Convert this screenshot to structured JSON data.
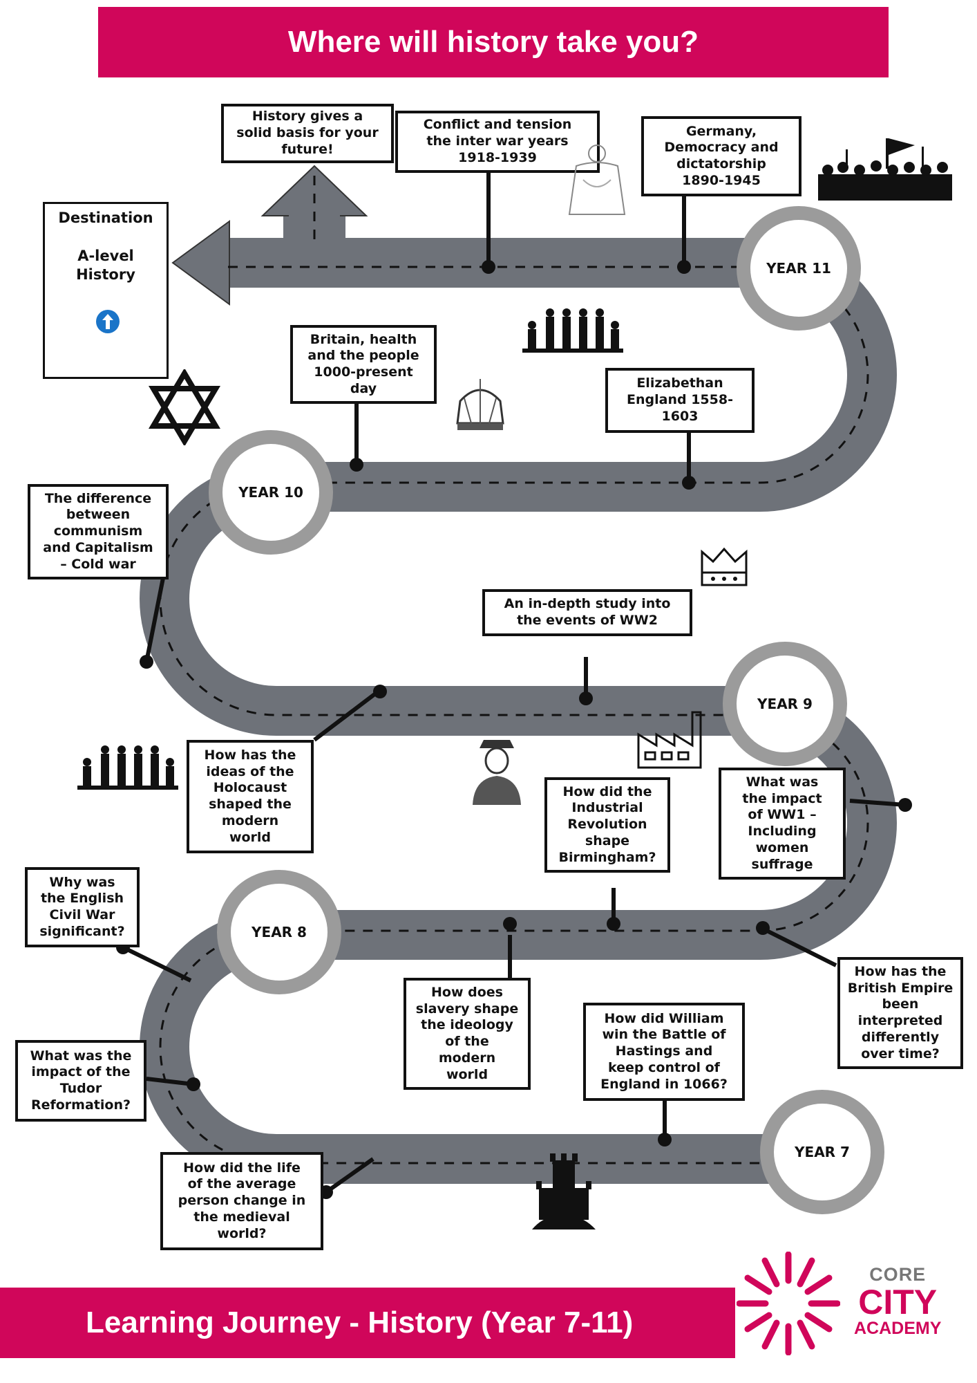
{
  "header": {
    "title": "Where will history take you?"
  },
  "footer": {
    "title": "Learning Journey - History (Year 7-11)"
  },
  "destination": {
    "label": "Destination",
    "course_line1": "A-level",
    "course_line2": "History",
    "icon": "up-arrow-icon"
  },
  "future_box": "History gives a\nsolid basis for your\nfuture!",
  "years": [
    "YEAR 11",
    "YEAR 10",
    "YEAR 9",
    "YEAR 8",
    "YEAR 7"
  ],
  "topics": {
    "y11_conflict": "Conflict and tension\nthe inter war years\n1918-1939",
    "y11_germany": "Germany,\nDemocracy and\ndictatorship\n1890-1945",
    "y10_britain_health": "Britain, health\nand the people\n1000-present\nday",
    "y10_elizabethan": "Elizabethan\nEngland 1558-\n1603",
    "y10_cold_war": "The difference\nbetween\ncommunism\nand Capitalism\n– Cold war",
    "y9_ww2": "An in-depth study into\nthe events of WW2",
    "y9_holocaust": "How has the\nideas of the\nHolocaust\nshaped the\nmodern\nworld",
    "y9_industrial": "How did the\nIndustrial\nRevolution\nshape\nBirmingham?",
    "y9_ww1": "What was\nthe impact\nof WW1 –\nIncluding\nwomen\nsuffrage",
    "y8_civil_war": "Why was\nthe English\nCivil War\nsignificant?",
    "y8_slavery": "How does\nslavery shape\nthe ideology\nof the\nmodern\nworld",
    "y8_empire": "How has the\nBritish Empire\nbeen\ninterpreted\ndifferently\nover time?",
    "y7_tudor": "What was the\nimpact of the\nTudor\nReformation?",
    "y7_hastings": "How did William\nwin the Battle of\nHastings and\nkeep control of\nEngland in 1066?",
    "y7_medieval": "How did the life\nof the average\nperson change in\nthe medieval\nworld?"
  },
  "logo": {
    "line1": "CORE",
    "line2": "CITY",
    "line3": "ACADEMY"
  },
  "colors": {
    "brand": "#d0065a",
    "road": "#6e7279",
    "ring": "#9b9b9b"
  }
}
